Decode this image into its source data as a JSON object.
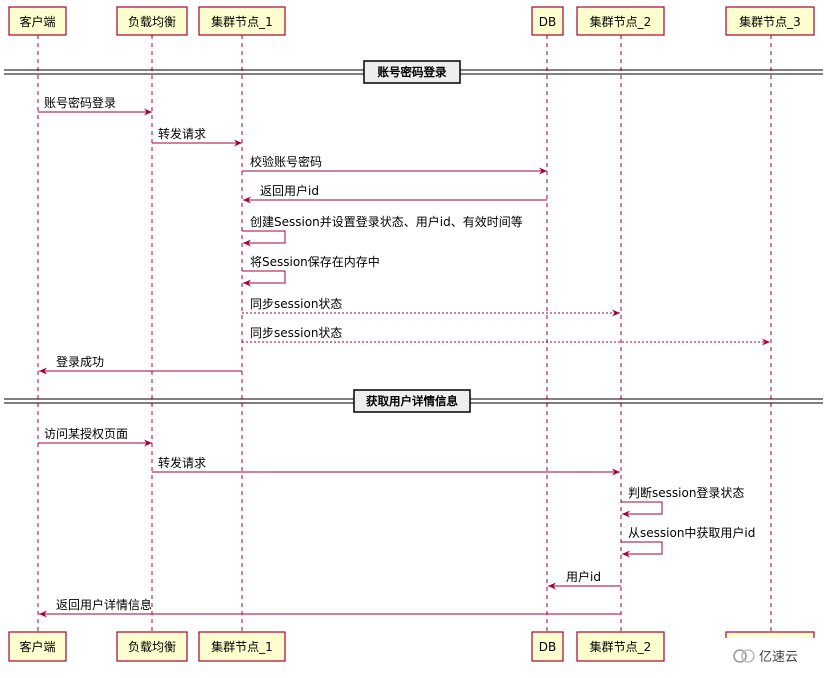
{
  "participants_top": [
    {
      "id": "client",
      "label": "客户端"
    },
    {
      "id": "lb",
      "label": "负载均衡"
    },
    {
      "id": "node1",
      "label": "集群节点_1"
    },
    {
      "id": "db",
      "label": "DB"
    },
    {
      "id": "node2",
      "label": "集群节点_2"
    },
    {
      "id": "node3",
      "label": "集群节点_3"
    }
  ],
  "participants_bottom": [
    {
      "id": "client",
      "label": "客户端"
    },
    {
      "id": "lb",
      "label": "负载均衡"
    },
    {
      "id": "node1",
      "label": "集群节点_1"
    },
    {
      "id": "db",
      "label": "DB"
    },
    {
      "id": "node2",
      "label": "集群节点_2"
    }
  ],
  "dividers": [
    {
      "label": "账号密码登录"
    },
    {
      "label": "获取用户详情信息"
    }
  ],
  "messages": [
    {
      "from": "client",
      "to": "lb",
      "label": "账号密码登录",
      "style": "solid"
    },
    {
      "from": "lb",
      "to": "node1",
      "label": "转发请求",
      "style": "solid"
    },
    {
      "from": "node1",
      "to": "db",
      "label": "校验账号密码",
      "style": "solid"
    },
    {
      "from": "db",
      "to": "node1",
      "label": "返回用户id",
      "style": "solid"
    },
    {
      "from": "node1",
      "to": "node1",
      "label": "创建Session并设置登录状态、用户id、有效时间等",
      "style": "self"
    },
    {
      "from": "node1",
      "to": "node1",
      "label": "将Session保存在内存中",
      "style": "self"
    },
    {
      "from": "node1",
      "to": "node2",
      "label": "同步session状态",
      "style": "dashed"
    },
    {
      "from": "node1",
      "to": "node3",
      "label": "同步session状态",
      "style": "dashed"
    },
    {
      "from": "node1",
      "to": "client",
      "label": "登录成功",
      "style": "solid"
    },
    {
      "from": "client",
      "to": "lb",
      "label": "访问某授权页面",
      "style": "solid"
    },
    {
      "from": "lb",
      "to": "node2",
      "label": "转发请求",
      "style": "solid"
    },
    {
      "from": "node2",
      "to": "node2",
      "label": "判断session登录状态",
      "style": "self"
    },
    {
      "from": "node2",
      "to": "node2",
      "label": "从session中获取用户id",
      "style": "self"
    },
    {
      "from": "node2",
      "to": "db",
      "label": "用户id",
      "style": "solid"
    },
    {
      "from": "node2",
      "to": "client",
      "label": "返回用户详情信息",
      "style": "solid"
    }
  ],
  "watermark": {
    "text": "亿速云"
  }
}
